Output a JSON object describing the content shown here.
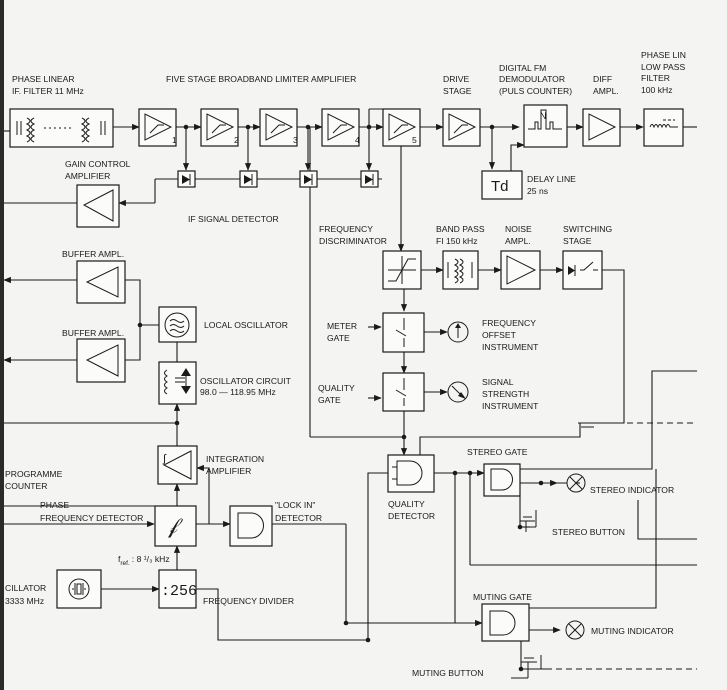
{
  "labels": {
    "phase_linear_if": [
      "PHASE LINEAR",
      "IF. FILTER 11 MHz"
    ],
    "five_stage": "FIVE STAGE BROADBAND LIMITER AMPLIFIER",
    "drive_stage": [
      "DRIVE",
      "STAGE"
    ],
    "digital_fm": [
      "DIGITAL FM",
      "DEMODULATOR",
      "(PULS COUNTER)"
    ],
    "diff_ampl": [
      "DIFF",
      "AMPL."
    ],
    "phase_lin_lp": [
      "PHASE LIN",
      "LOW PASS",
      "FILTER",
      "100 kHz"
    ],
    "gain_control": [
      "GAIN CONTROL",
      "AMPLIFIER"
    ],
    "delay_line": [
      "DELAY LINE",
      "25 ns"
    ],
    "td": "Td",
    "if_signal_detector": "IF SIGNAL DETECTOR",
    "frequency_discriminator": [
      "FREQUENCY",
      "DISCRIMINATOR"
    ],
    "band_pass": [
      "BAND PASS",
      "FI 150 kHz"
    ],
    "noise_ampl": [
      "NOISE",
      "AMPL."
    ],
    "switching_stage": [
      "SWITCHING",
      "STAGE"
    ],
    "buffer_ampl_1": "BUFFER AMPL.",
    "buffer_ampl_2": "BUFFER AMPL.",
    "local_oscillator": "LOCAL OSCILLATOR",
    "meter_gate": [
      "METER",
      "GATE"
    ],
    "frequency_offset": [
      "FREQUENCY",
      "OFFSET",
      "INSTRUMENT"
    ],
    "oscillator_circuit": [
      "OSCILLATOR CIRCUIT",
      "98.0 — 118.95 MHz"
    ],
    "quality_gate": [
      "QUALITY",
      "GATE"
    ],
    "signal_strength": [
      "SIGNAL",
      "STRENGTH",
      "INSTRUMENT"
    ],
    "integration_amplifier": [
      "INTEGRATION",
      "AMPLIFIER"
    ],
    "stereo_gate": "STEREO GATE",
    "programme_counter": [
      "PROGRAMME",
      "COUNTER"
    ],
    "phase_freq_detector": [
      "PHASE",
      "FREQUENCY DETECTOR"
    ],
    "lock_in_detector": [
      "\"LOCK IN\"",
      "DETECTOR"
    ],
    "quality_detector": [
      "QUALITY",
      "DETECTOR"
    ],
    "stereo_indicator": "STEREO INDICATOR",
    "stereo_button": "STEREO BUTTON",
    "fref_f": "f",
    "fref_sub": "ref.",
    "fref_val": ": 8 ¹/₃ kHz",
    "divider_text": ":256",
    "frequency_divider": "FREQUENCY DIVIDER",
    "crystal_osc": [
      "CILLATOR",
      "3333 MHz"
    ],
    "muting_gate": "MUTING GATE",
    "muting_indicator": "MUTING INDICATOR",
    "muting_button": "MUTING BUTTON",
    "stage_numbers": [
      "1",
      "2",
      "3",
      "4",
      "5"
    ]
  }
}
